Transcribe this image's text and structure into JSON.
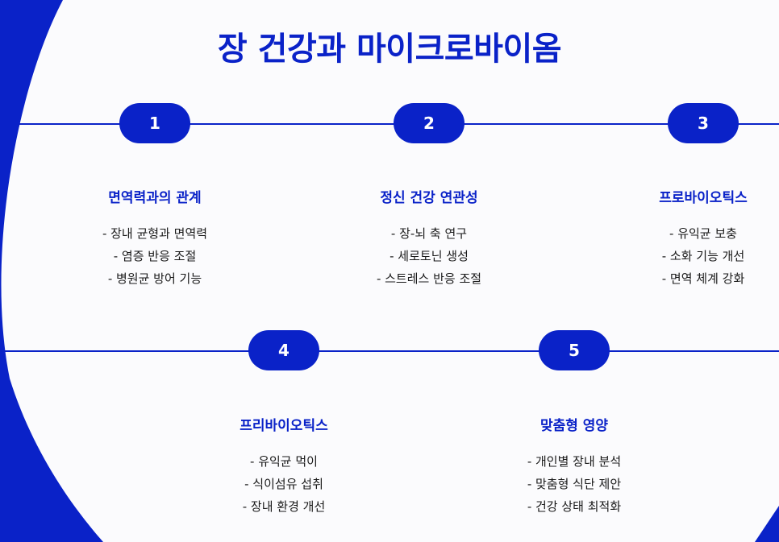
{
  "title": "장 건강과 마이크로바이옴",
  "colors": {
    "accent": "#0a22c8",
    "background": "#fbfbfd",
    "text": "#1a1a1a"
  },
  "steps": [
    {
      "number": "1",
      "heading": "면역력과의 관계",
      "items": [
        "- 장내 균형과 면역력",
        "- 염증 반응 조절",
        "- 병원균 방어 기능"
      ]
    },
    {
      "number": "2",
      "heading": "정신 건강 연관성",
      "items": [
        "- 장-뇌 축 연구",
        "- 세로토닌 생성",
        "- 스트레스 반응 조절"
      ]
    },
    {
      "number": "3",
      "heading": "프로바이오틱스",
      "items": [
        "- 유익균 보충",
        "- 소화 기능 개선",
        "- 면역 체계 강화"
      ]
    },
    {
      "number": "4",
      "heading": "프리바이오틱스",
      "items": [
        "- 유익균 먹이",
        "- 식이섬유 섭취",
        "- 장내 환경 개선"
      ]
    },
    {
      "number": "5",
      "heading": "맞춤형 영양",
      "items": [
        "- 개인별 장내 분석",
        "- 맞춤형 식단 제안",
        "- 건강 상태 최적화"
      ]
    }
  ]
}
